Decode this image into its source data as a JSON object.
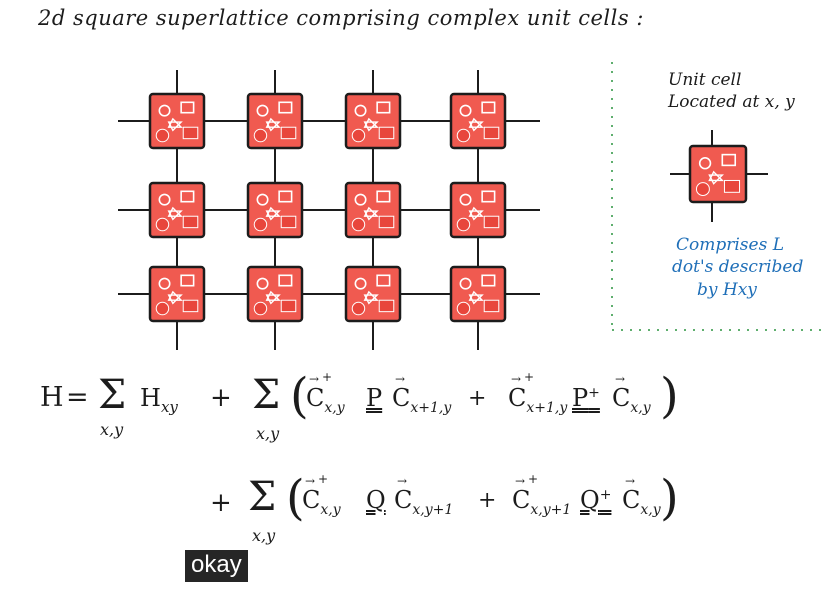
{
  "title": "2d square superlattice comprising complex unit cells :",
  "side_note": {
    "line1": "Unit cell",
    "line2": "Located at x, y",
    "blue1": "Comprises L",
    "blue2": "dot's described",
    "blue3": "by Hxy"
  },
  "equation": {
    "H": "H",
    "eq": "=",
    "sum": "Σ",
    "sub_xy": "x,y",
    "Hxy": "H",
    "Hxy_sub": "xy",
    "plus": "+",
    "lp": "(",
    "rp": ")",
    "c": "C",
    "c_xy": "x,y",
    "c_x1y": "x+1,y",
    "c_xy1": "x,y+1",
    "dagger": "+",
    "P": "P",
    "Q": "Q"
  },
  "caption": "okay",
  "colors": {
    "red": "#f05a50",
    "ink": "#1c1c1c",
    "blue": "#1f6fb8",
    "green": "#5fae6e"
  }
}
